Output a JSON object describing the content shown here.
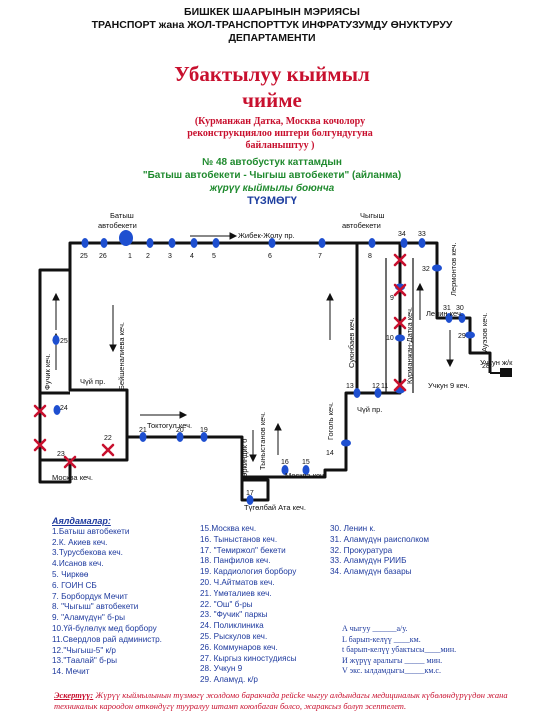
{
  "header": {
    "line1": "БИШКЕК ШААРЫНЫН МЭРИЯСЫ",
    "line2": "ТРАНСПОРТ жана ЖОЛ-ТРАНСПОРТТУК ИНФРАТУЗУМДУ ӨНУКТУРУУ",
    "line3": "ДЕПАРТАМЕНТИ"
  },
  "title": {
    "line1": "Убактылуу кыймыл",
    "line2": "чийме"
  },
  "subtitle": {
    "line1": "(Курманжан Датка, Москва кочолорy",
    "line2": "реконструкциялоо иштери болгундугуна",
    "line3": "байланыштуу )"
  },
  "route": {
    "line1": "№ 48 автобустук каттамдын",
    "line2": "\"Батыш автобекети  -  Чыгыш автобекети\" (айланма)",
    "line3": "жүрүү кыймылы боюнча",
    "line4": "ТҮЗМӨГҮ"
  },
  "map": {
    "labels": {
      "batysh": "Батыш",
      "avtobeketi1": "автобекети",
      "chygysh": "Чыгыш",
      "avtobeketi2": "автобекети",
      "zhibek": "Жибек-Жолу пр.",
      "lermontov": "Лермонтов кеч.",
      "lenin": "Ленин кеч.",
      "auezov": "Ауэзов кеч.",
      "uchkun": "Учкун ж/к",
      "uchkun9": "Учкун 9 кеч.",
      "suyunbaev": "Суюнбаев кеч.",
      "kurmanzhan": "Курманжан-Датка кеч.",
      "chuy1": "Чүй пр.",
      "chuy2": "Чүй пр.",
      "fuchik": "Фучик кеч.",
      "beishenalieva": "Бейшеналиева кеч.",
      "toktogul": "Токтогул кеч.",
      "moskva1": "Москва кеч.",
      "moskva2": "Москва кеч.",
      "gogol": "Гоголь кеч.",
      "tynystanov": "Тыныстанов кеч.",
      "erkindik": "Эркиндик б",
      "tugelbay": "Түгөлбай Ата кеч."
    },
    "stops": [
      "1",
      "2",
      "3",
      "4",
      "5",
      "6",
      "7",
      "8",
      "9",
      "10",
      "11",
      "12",
      "13",
      "14",
      "15",
      "16",
      "17",
      "19",
      "20",
      "21",
      "22",
      "23",
      "24",
      "25",
      "26",
      "27",
      "28",
      "29",
      "30",
      "31",
      "32",
      "33",
      "34"
    ]
  },
  "legend": {
    "heading": "Аялдамалар:",
    "col1": [
      "1.Батыш автобекети",
      "2.К. Акиев кеч.",
      "3.Турусбекова кеч.",
      "4.Исанов кеч.",
      "5. Чиркөө",
      "6. ГОИН СБ",
      "7. Борбордук Мечит",
      "8. \"Чыгыш\" автобекети",
      "9. \"Аламүдүн\" б-ры",
      "10.Үй-бүлөлүк мед борбору",
      "11.Свердлов рай администр.",
      "12.\"Чыгыш-5\" к/р",
      "13.\"Таалай\" б-ры",
      "14. Мечит"
    ],
    "col2": [
      "15.Москва кеч.",
      "16. Тыныстанов кеч.",
      "17. \"Темиржол\" бекети",
      "18.   Панфилов кеч.",
      "19. Кардиология борбору",
      "20. Ч.Айтматов кеч.",
      "21. Үмөталиев кеч.",
      "22. \"Ош\" б-ры",
      "23. \"Фучик\" паркы",
      "24. Поликлиника",
      "25. Рыскулов кеч.",
      "26. Коммунаров кеч.",
      "27. Кыргыз киностудиясы",
      "28. Учкун 9",
      "29. Аламүд. к/р"
    ],
    "col3": [
      "30. Ленин к.",
      "31. Аламүдүн раисполком",
      "32. Прокуратура",
      "33. Аламүдүн РИИБ",
      "34. Аламүдүн базары"
    ],
    "fill": [
      "А чыгуу ______а/у.",
      "L барып-келүү ____км.",
      "t барып-келүү убактысы____мин.",
      "И жүрүү аралыгы _____ мин.",
      "V экс. ылдамдыгы_____км.с."
    ]
  },
  "note": {
    "label": "Эскертүү:",
    "text": " Жүрүү кыймылынын түзмөгү жолдомо баракчада рейсke чыгуу алдындагы медициналык күбөлөндүрүүдөн жана техникалык кароодон өткөндүгү тууралуу штамп коюлбаган болсо, жараксыз болуп эсептелет."
  },
  "colors": {
    "red": "#c8102e",
    "blue": "#1e4fd0",
    "green": "#1f8a2e",
    "route": "#111111"
  }
}
